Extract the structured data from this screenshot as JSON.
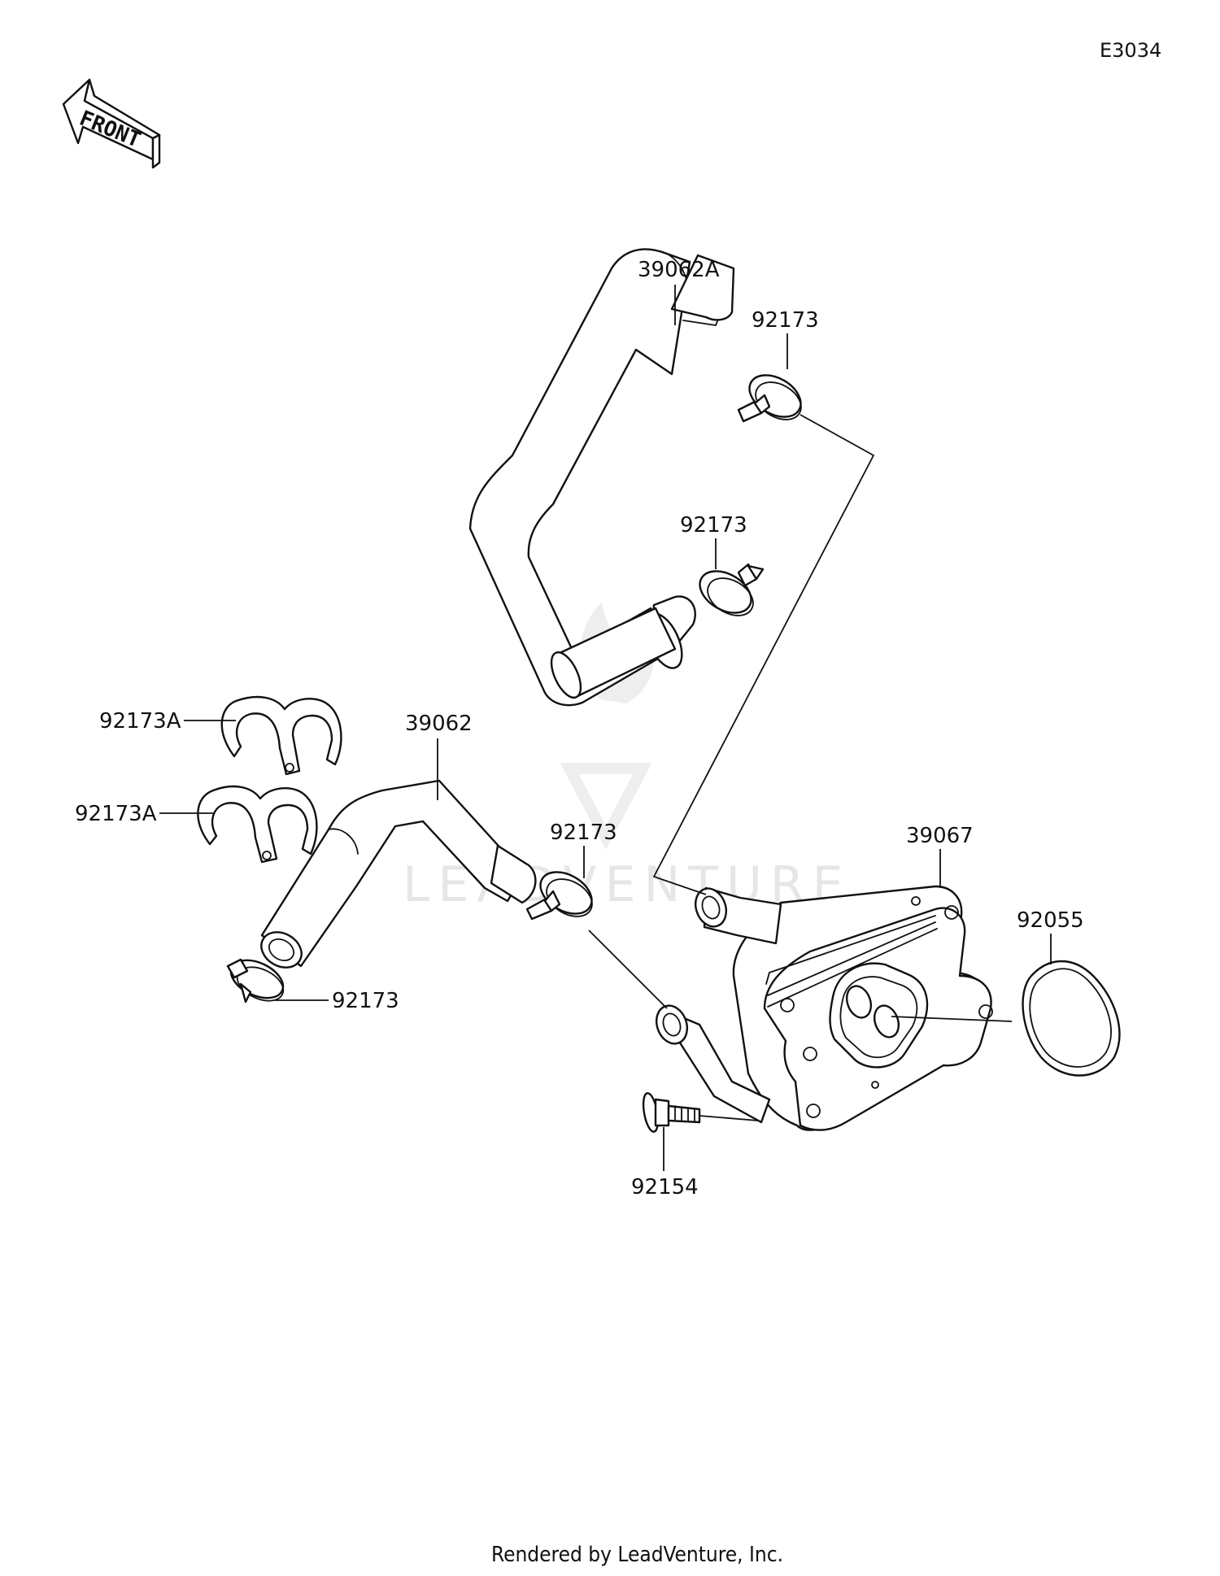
{
  "diagram_code": "E3034",
  "front_label": "FRONT",
  "watermark": "LEADVENTURE",
  "footer": "Rendered by LeadVenture, Inc.",
  "callouts": [
    {
      "id": "hose-upper",
      "text": "39062A"
    },
    {
      "id": "clamp-upper-a",
      "text": "92173"
    },
    {
      "id": "clamp-upper-b",
      "text": "92173"
    },
    {
      "id": "holder-a",
      "text": "92173A"
    },
    {
      "id": "holder-b",
      "text": "92173A"
    },
    {
      "id": "hose-lower",
      "text": "39062"
    },
    {
      "id": "clamp-lower-mid",
      "text": "92173"
    },
    {
      "id": "clamp-lower-end",
      "text": "92173"
    },
    {
      "id": "oil-cooler",
      "text": "39067"
    },
    {
      "id": "o-ring",
      "text": "92055"
    },
    {
      "id": "bolt",
      "text": "92154"
    }
  ]
}
